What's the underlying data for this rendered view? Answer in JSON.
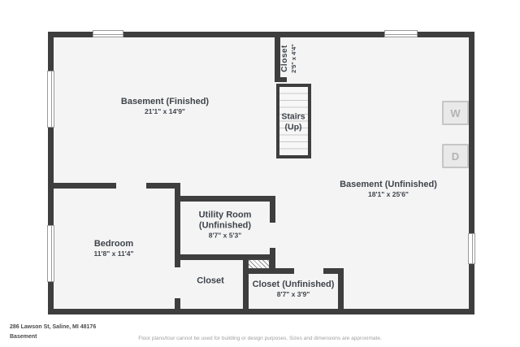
{
  "title_block": {
    "address": "286 Lawson St, Saline, MI 48176",
    "floor_name": "Basement",
    "disclaimer": "Floor plans/tour cannot be used for building or design purposes. Sizes and dimensions are approximate."
  },
  "rooms": {
    "basement_finished": {
      "name": "Basement (Finished)",
      "dims": "21'1\" x 14'9\""
    },
    "basement_unfinished": {
      "name": "Basement (Unfinished)",
      "dims": "18'1\" x 25'6\""
    },
    "bedroom": {
      "name": "Bedroom",
      "dims": "11'8\" x 11'4\""
    },
    "utility_room": {
      "name_line1": "Utility Room",
      "name_line2": "(Unfinished)",
      "dims": "8'7\" x 5'3\""
    },
    "closet": {
      "name": "Closet"
    },
    "closet_unfinished": {
      "name": "Closet (Unfinished)",
      "dims": "8'7\" x 3'9\""
    },
    "stair_closet": {
      "name": "Closet",
      "dims": "2'5\" x 4'4\""
    },
    "stairs": {
      "name_line1": "Stairs",
      "name_line2": "(Up)"
    }
  },
  "appliances": {
    "washer_label": "W",
    "dryer_label": "D"
  },
  "colors": {
    "wall": "#3e3e3e",
    "floor": "#f4f4f4",
    "page_bg": "#ffffff",
    "label_text": "#3f444b",
    "window_border": "#9a9a9a",
    "tread_line": "#c9c9c9",
    "appliance_fill": "#e9e9e9",
    "appliance_border": "#c6c6c6",
    "appliance_text": "#b3b3b3",
    "footer_text": "#4a4a4a",
    "disclaimer_text": "#a0a0a0"
  }
}
